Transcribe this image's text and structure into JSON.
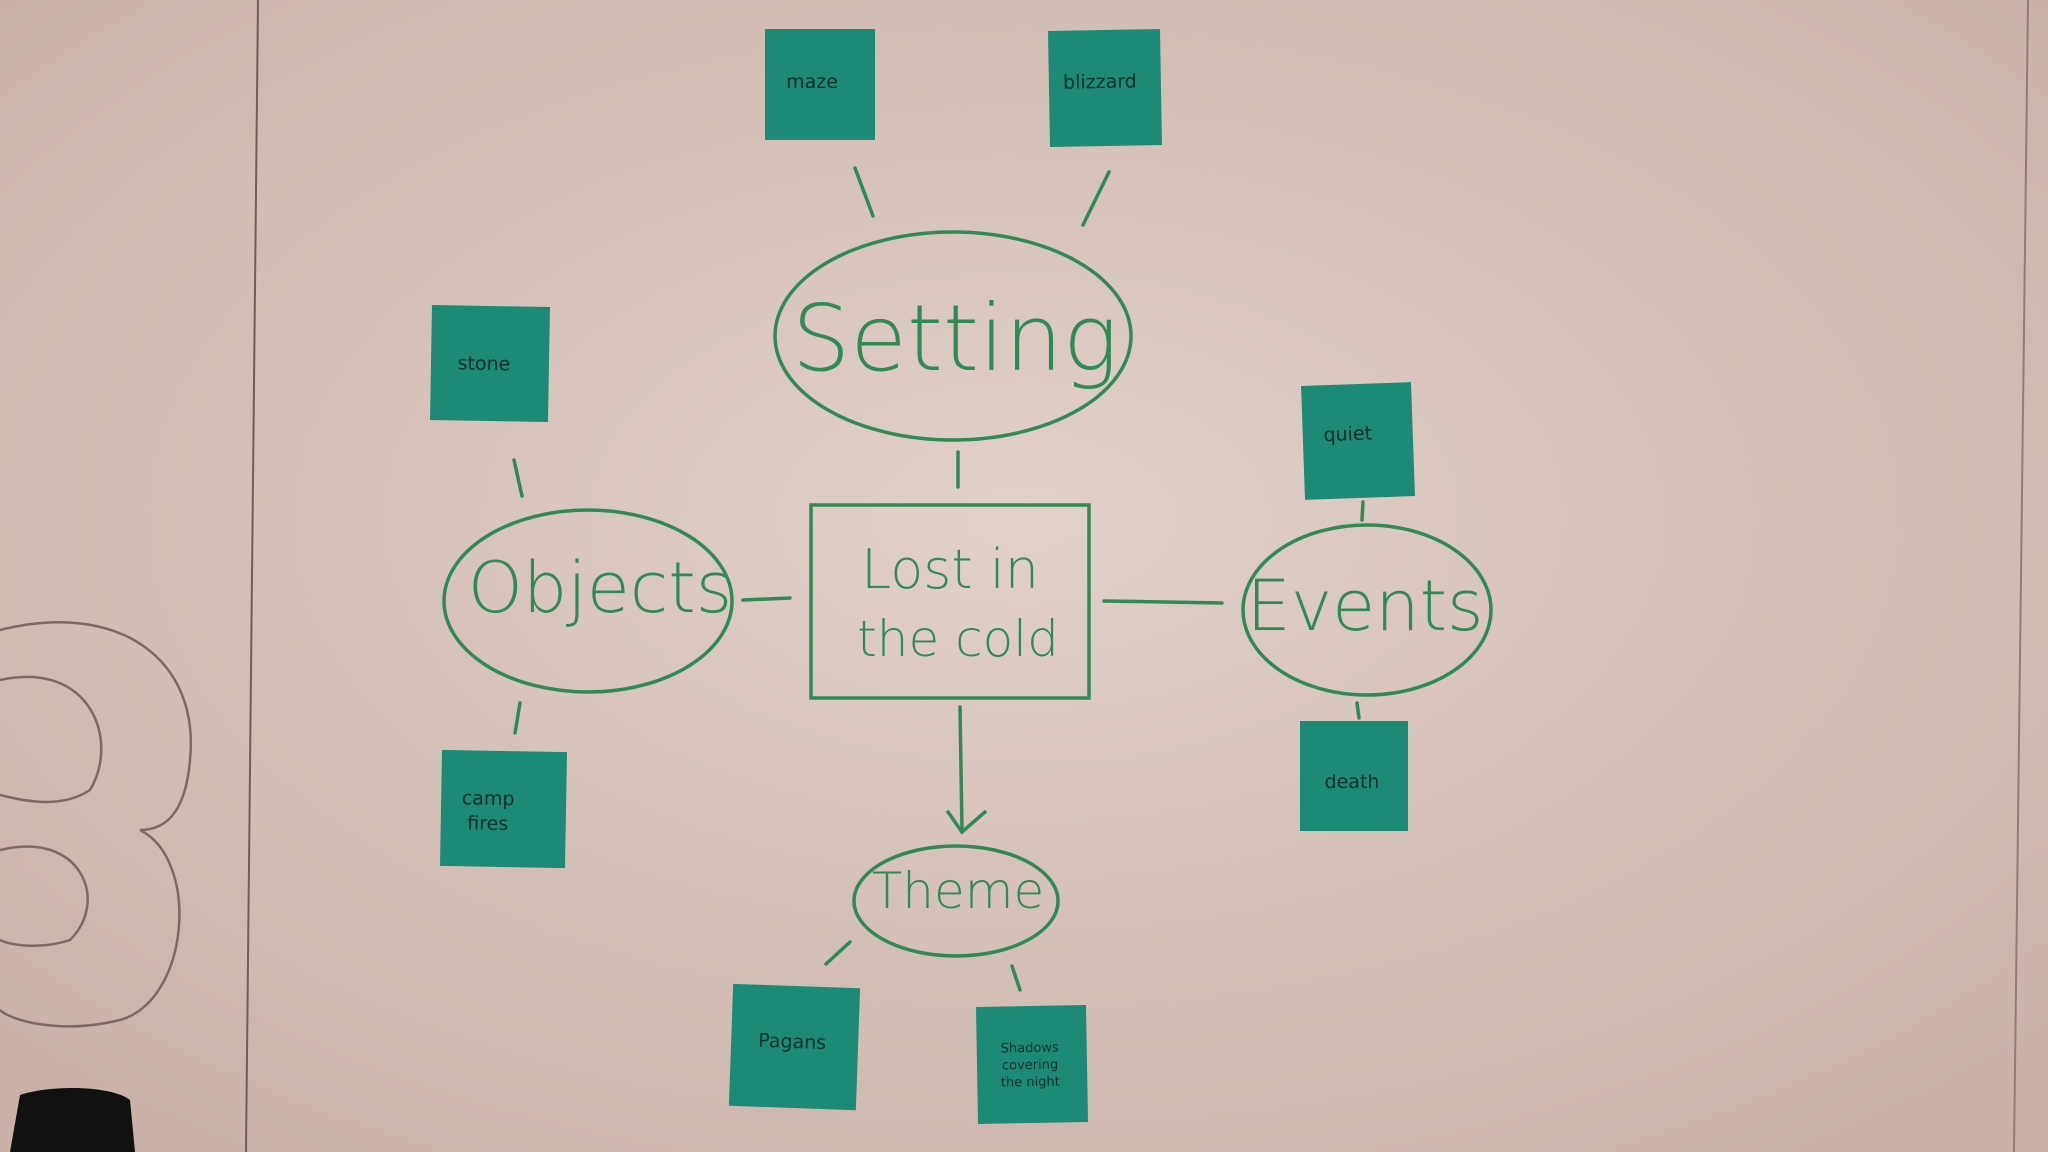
{
  "colors": {
    "board": "#d8c3bc",
    "ink": "#2f8a55",
    "sticky": "#1d8a76"
  },
  "center": {
    "line1": "Lost in",
    "line2": "the cold"
  },
  "nodes": {
    "setting": "Setting",
    "objects": "Objects",
    "events": "Events",
    "theme": "Theme"
  },
  "notes": {
    "maze": "maze",
    "blizzard": "blizzard",
    "stone": "stone",
    "campfires_1": "camp",
    "campfires_2": "fires",
    "quiet": "quiet",
    "death": "death",
    "pagans": "Pagans",
    "shadows_1": "Shadows",
    "shadows_2": "covering",
    "shadows_3": "the night"
  }
}
